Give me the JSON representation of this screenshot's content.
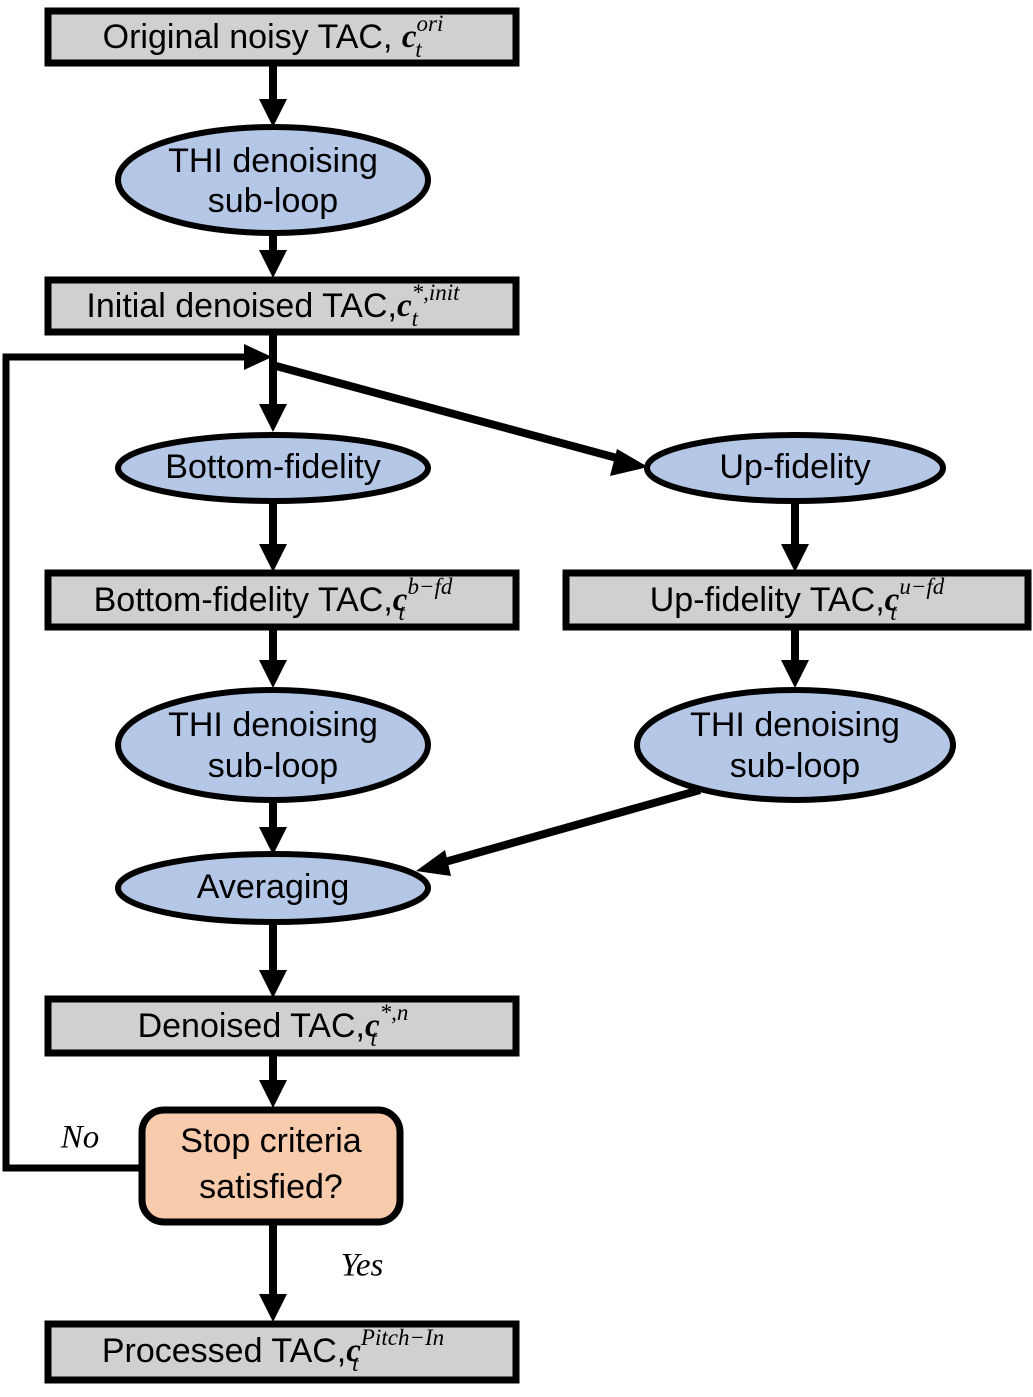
{
  "diagram": {
    "title": "Pitch-In TAC denoising iterative flowchart",
    "type": "flowchart",
    "colors": {
      "process_box_fill": "#d0d0d0",
      "operation_ellipse_fill": "#b4c7e7",
      "decision_fill": "#f8cbad",
      "stroke": "#000000",
      "background": "#ffffff"
    },
    "nodes": {
      "original_tac": {
        "shape": "rectangle",
        "text": "Original noisy TAC, ",
        "symbol_base": "c",
        "symbol_sub": "t",
        "symbol_sup": "ori"
      },
      "thi_denoise_initial": {
        "shape": "ellipse",
        "line1": "THI denoising",
        "line2": "sub-loop"
      },
      "initial_denoised_tac": {
        "shape": "rectangle",
        "text": "Initial denoised TAC,",
        "symbol_base": "c",
        "symbol_sub": "t",
        "symbol_sup": "*,init"
      },
      "bottom_fidelity": {
        "shape": "ellipse",
        "text": "Bottom-fidelity"
      },
      "up_fidelity": {
        "shape": "ellipse",
        "text": "Up-fidelity"
      },
      "bottom_fidelity_tac": {
        "shape": "rectangle",
        "text": "Bottom-fidelity TAC,",
        "symbol_base": "c",
        "symbol_sub": "t",
        "symbol_sup": "b−fd"
      },
      "up_fidelity_tac": {
        "shape": "rectangle",
        "text": "Up-fidelity TAC,",
        "symbol_base": "c",
        "symbol_sub": "t",
        "symbol_sup": "u−fd"
      },
      "thi_denoise_bottom": {
        "shape": "ellipse",
        "line1": "THI denoising",
        "line2": "sub-loop"
      },
      "thi_denoise_up": {
        "shape": "ellipse",
        "line1": "THI denoising",
        "line2": "sub-loop"
      },
      "averaging": {
        "shape": "ellipse",
        "text": "Averaging"
      },
      "denoised_tac": {
        "shape": "rectangle",
        "text": "Denoised TAC,",
        "symbol_base": "c",
        "symbol_sub": "t",
        "symbol_sup": "*,n"
      },
      "stop_criteria": {
        "shape": "rounded-rectangle",
        "line1": "Stop criteria",
        "line2": "satisfied?"
      },
      "processed_tac": {
        "shape": "rectangle",
        "text": "Processed TAC,",
        "symbol_base": "c",
        "symbol_sub": "t",
        "symbol_sup": "Pitch−In"
      }
    },
    "edge_labels": {
      "no_branch": "No",
      "yes_branch": "Yes"
    }
  }
}
